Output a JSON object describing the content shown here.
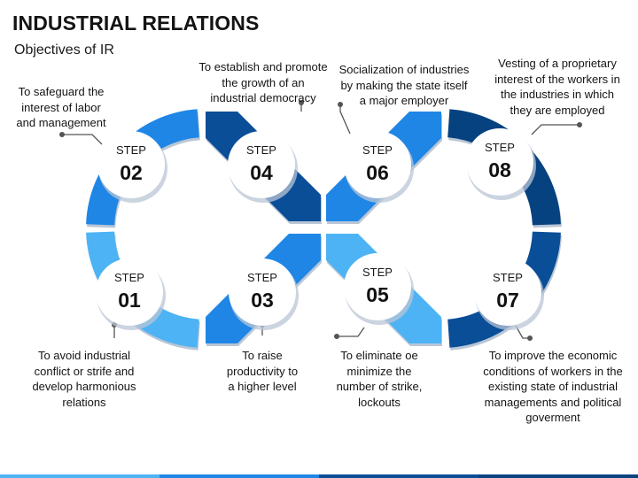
{
  "header": {
    "title": "INDUSTRIAL RELATIONS",
    "subtitle": "Objectives of IR"
  },
  "colors": {
    "light": "#4db3f5",
    "medium": "#1f86e6",
    "dark": "#0a4e98",
    "darker": "#06427f",
    "shadow": "#b9c6d6",
    "connector": "#555555"
  },
  "steps": [
    {
      "word": "STEP",
      "number": "01",
      "description": "To avoid industrial\nconflict or strife and\ndevelop harmonious\nrelations"
    },
    {
      "word": "STEP",
      "number": "02",
      "description": "To safeguard the\ninterest of labor\nand management"
    },
    {
      "word": "STEP",
      "number": "03",
      "description": "To raise\nproductivity to\na higher level"
    },
    {
      "word": "STEP",
      "number": "04",
      "description": "To establish and promote\nthe growth of an\nindustrial democracy"
    },
    {
      "word": "STEP",
      "number": "05",
      "description": "To eliminate oe\nminimize the\nnumber of strike,\nlockouts"
    },
    {
      "word": "STEP",
      "number": "06",
      "description": "Socialization of industries\nby making the state itself\na major employer"
    },
    {
      "word": "STEP",
      "number": "07",
      "description": "To improve the economic\nconditions of workers in the\nexisting state of industrial\nmanagements and political\ngoverment"
    },
    {
      "word": "STEP",
      "number": "08",
      "description": "Vesting of a proprietary\ninterest of the workers in\nthe industries in which\nthey are employed"
    }
  ]
}
